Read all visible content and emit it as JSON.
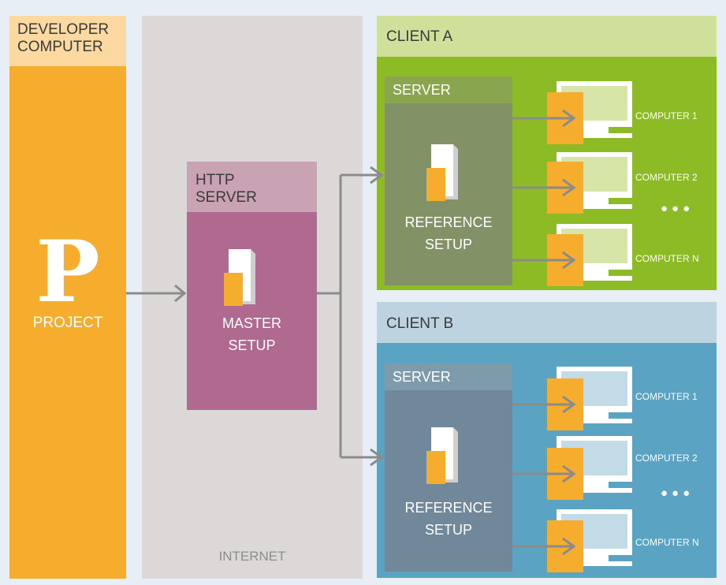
{
  "developer": {
    "header": "DEVELOPER\nCOMPUTER",
    "project_letter": "P",
    "project_label": "PROJECT"
  },
  "internet": {
    "label": "INTERNET"
  },
  "http_server": {
    "header": "HTTP\nSERVER",
    "label": "MASTER\nSETUP"
  },
  "client_a": {
    "header": "CLIENT A",
    "server_header": "SERVER",
    "setup_label": "REFERENCE\nSETUP",
    "computers": [
      "COMPUTER 1",
      "COMPUTER 2",
      "COMPUTER N"
    ],
    "ellipsis": "●●●"
  },
  "client_b": {
    "header": "CLIENT B",
    "server_header": "SERVER",
    "setup_label": "REFERENCE\nSETUP",
    "computers": [
      "COMPUTER 1",
      "COMPUTER 2",
      "COMPUTER N"
    ],
    "ellipsis": "●●●"
  },
  "colors": {
    "orange": "#f6ad2e",
    "orange_light": "#fbd9a0",
    "internet_bg": "#dcd8d8",
    "http_header": "#c9a3b4",
    "http_body": "#b0698f",
    "client_a_header": "#cfe09b",
    "client_a_body": "#8dbb26",
    "server_a_header": "#8aa54f",
    "server_a_body": "#839167",
    "client_b_header": "#bdd3e0",
    "client_b_body": "#5aa3c2",
    "server_b_header": "#7d9bab",
    "server_b_body": "#71889a",
    "arrow": "#8b8b8b"
  }
}
